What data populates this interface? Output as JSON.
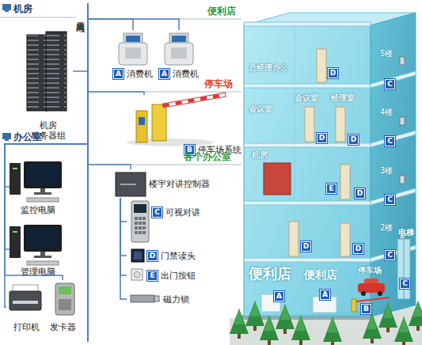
{
  "diagram": {
    "nodes": [
      {
        "text": [
          "机房 服务器组"
        ]
      },
      {
        "text": [
          "大厦局域网"
        ]
      },
      {
        "text": [
          "监控电脑"
        ]
      },
      {
        "text": [
          "管理电脑"
        ]
      },
      {
        "text": [
          "打印机"
        ]
      },
      {
        "text": [
          "发卡器"
        ]
      },
      {
        "text": [
          "A",
          "消费机"
        ]
      },
      {
        "text": [
          "A",
          "消费机"
        ]
      },
      {
        "text": [
          "B",
          "停车场系统"
        ]
      },
      {
        "text": [
          "楼宇对讲控制器"
        ]
      },
      {
        "text": [
          "C",
          "可视对讲"
        ]
      },
      {
        "text": [
          "D",
          "门禁读头"
        ]
      },
      {
        "text": [
          "E",
          "出门按钮"
        ]
      },
      {
        "text": [
          "磁力锁"
        ]
      }
    ],
    "edges": [
      {
        "from": 0,
        "to": 1,
        "arrow": "none"
      },
      {
        "from": 1,
        "to": 2,
        "arrow": "none"
      },
      {
        "from": 1,
        "to": 3,
        "arrow": "none"
      },
      {
        "from": 1,
        "to": 4,
        "arrow": "none"
      },
      {
        "from": 1,
        "to": 5,
        "arrow": "none"
      },
      {
        "from": 1,
        "to": 6,
        "arrow": "none"
      },
      {
        "from": 1,
        "to": 7,
        "arrow": "none"
      },
      {
        "from": 1,
        "to": 8,
        "arrow": "none"
      },
      {
        "from": 1,
        "to": 9,
        "arrow": "none"
      },
      {
        "from": 9,
        "to": 10,
        "arrow": "none"
      },
      {
        "from": 9,
        "to": 11,
        "arrow": "none"
      },
      {
        "from": 9,
        "to": 12,
        "arrow": "none"
      },
      {
        "from": 9,
        "to": 13,
        "arrow": "none"
      }
    ],
    "labels": [
      "机房",
      "办公室",
      "便利店",
      "停车场",
      "各个办公室",
      "总经理办公",
      "5楼",
      "会议室",
      "会议室",
      "经理室",
      "4楼",
      "机房",
      "3楼",
      "2楼",
      "便利店",
      "便利店",
      "停车场",
      "电梯",
      "D",
      "C",
      "D",
      "D",
      "C",
      "E",
      "D",
      "C",
      "D",
      "D",
      "C",
      "A",
      "A",
      "B",
      "C"
    ]
  }
}
